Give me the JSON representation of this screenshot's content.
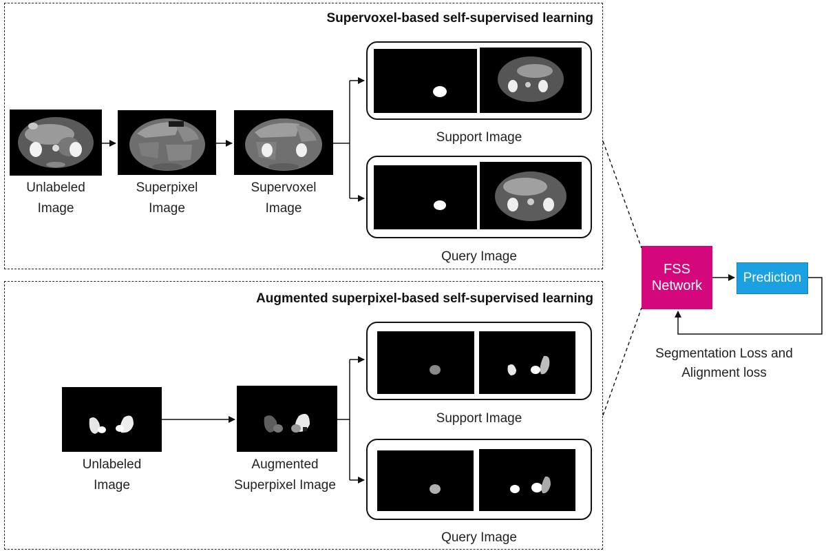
{
  "top_section": {
    "title": "Supervoxel-based self-supervised learning",
    "stages": [
      {
        "line1": "Unlabeled",
        "line2": "Image"
      },
      {
        "line1": "Superpixel",
        "line2": "Image"
      },
      {
        "line1": "Supervoxel",
        "line2": "Image"
      }
    ],
    "support_label": "Support Image",
    "query_label": "Query Image"
  },
  "bottom_section": {
    "title": "Augmented superpixel-based self-supervised learning",
    "stages": [
      {
        "line1": "Unlabeled",
        "line2": "Image"
      },
      {
        "line1": "Augmented",
        "line2": "Superpixel Image"
      }
    ],
    "support_label": "Support Image",
    "query_label": "Query Image"
  },
  "fss_network": {
    "line1": "FSS",
    "line2": "Network"
  },
  "prediction": "Prediction",
  "loss": {
    "line1": "Segmentation Loss and",
    "line2": "Alignment loss"
  },
  "colors": {
    "fss_network": "#d4087c",
    "prediction": "#1ba1e2",
    "image_background": "#000000",
    "line": "#111111"
  }
}
